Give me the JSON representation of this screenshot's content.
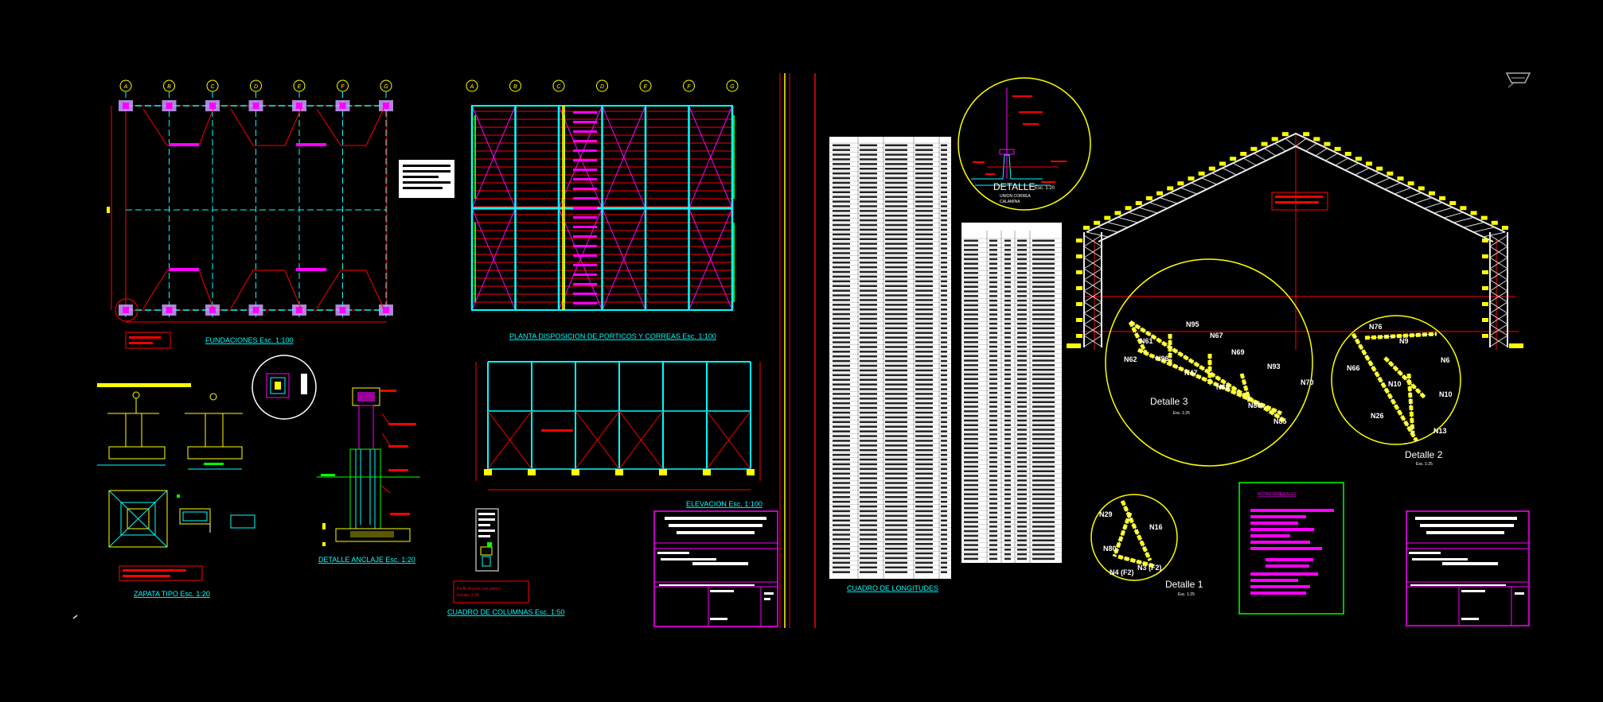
{
  "colors": {
    "background": "#000000",
    "cyan": "#00ffff",
    "magenta": "#ff00ff",
    "red": "#ff0000",
    "yellow": "#ffff00",
    "green": "#00ff00",
    "white": "#ffffff"
  },
  "grid_axes": [
    "A",
    "B",
    "C",
    "D",
    "E",
    "F",
    "G"
  ],
  "captions": {
    "foundations": "FUNDACIONES    Esc. 1:100",
    "plan_frames": "PLANTA  DISPOSICION DE PORTICOS Y CORREAS    Esc. 1:100",
    "elevation": "ELEVACION     Esc. 1:100",
    "footing": "ZAPATA TIPO    Esc. 1:20",
    "anchor_detail": "DETALLE ANCLAJE    Esc. 1:20",
    "columns_table": "CUADRO DE COLUMNAS    Esc. 1:50",
    "lengths_table": "CUADRO DE LONGITUDES"
  },
  "details": {
    "purlin_detail_title": "DETALLE",
    "purlin_detail_scale": "Esc. 1:20",
    "purlin_detail_line1": "UNION CORREA",
    "purlin_detail_line2": "CALAMINA",
    "detail3_title": "Detalle 3",
    "detail3_scale": "Esc. 1:25",
    "detail2_title": "Detalle 2",
    "detail2_scale": "Esc. 1:25",
    "detail1_title": "Detalle 1",
    "detail1_scale": "Esc. 1:25"
  },
  "nodes": {
    "detail3": [
      "N61",
      "N95",
      "N67",
      "N62",
      "N96",
      "N47",
      "N69",
      "N93",
      "N68",
      "N70",
      "N80",
      "N85"
    ],
    "detail2": [
      "N76",
      "N9",
      "N6",
      "N66",
      "N10",
      "N10",
      "N26",
      "N13"
    ],
    "detail1": [
      "N29",
      "N16",
      "N80",
      "N3 (F2)",
      "N4 (F2)"
    ]
  },
  "notes": {
    "general_notes_title": "NOTAS GENERALES",
    "red_note_1": "Perfil: Angulo (ver plano)",
    "red_note_2": "Escala: 1:50"
  },
  "icons": [
    "compass-icon",
    "tray-icon"
  ]
}
